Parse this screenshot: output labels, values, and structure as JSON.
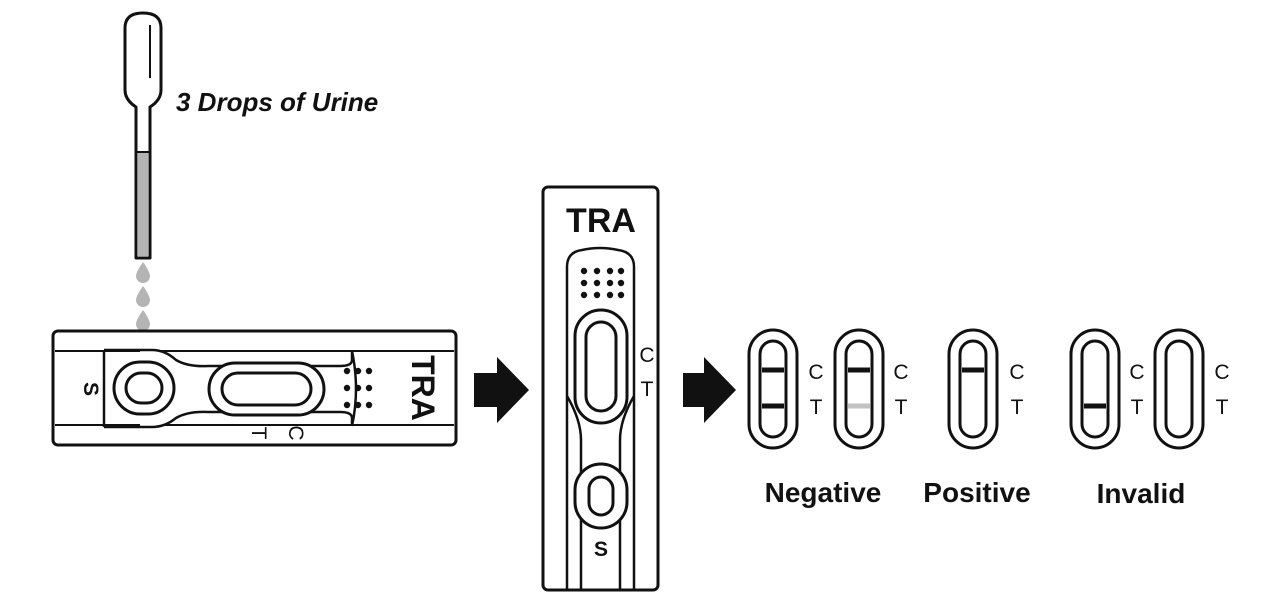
{
  "instruction": {
    "text": "3 Drops of Urine"
  },
  "brand": "TRA",
  "markers": {
    "sample": "S",
    "control": "C",
    "test": "T"
  },
  "results": {
    "negative": "Negative",
    "positive": "Positive",
    "invalid": "Invalid"
  },
  "colors": {
    "ink": "#111111",
    "urine": "#b4b4b4",
    "faint_test_line": "#c2c2c2",
    "background": "#ffffff"
  }
}
